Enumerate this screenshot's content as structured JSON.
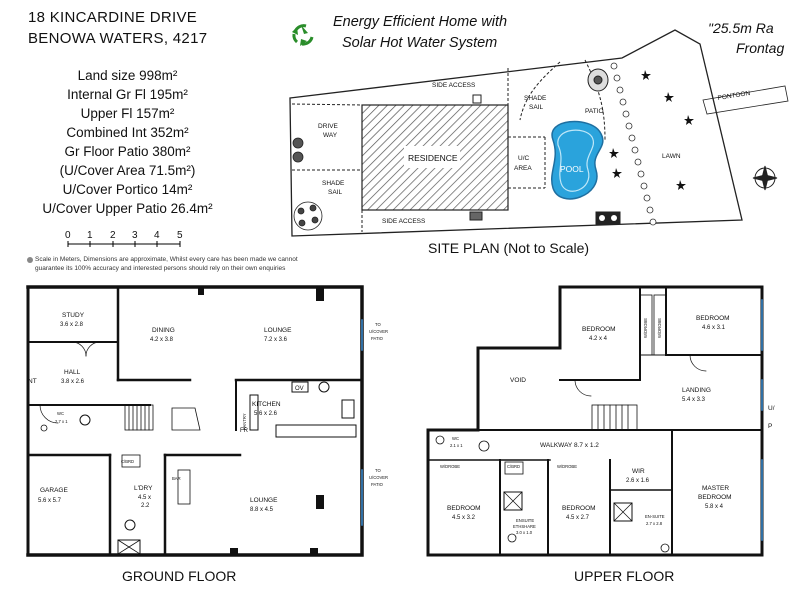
{
  "address": {
    "line1": "18 KINCARDINE DRIVE",
    "line2": "BENOWA WATERS, 4217"
  },
  "stats": [
    "Land size 998m²",
    "Internal Gr Fl 195m²",
    "Upper Fl 157m²",
    "Combined Int 352m²",
    "Gr Floor Patio 380m²",
    "(U/Cover Area 71.5m²)",
    "U/Cover Portico 14m²",
    "U/Cover Upper Patio 26.4m²"
  ],
  "headline": {
    "line1": "Energy Efficient Home with",
    "line2": "Solar Hot Water System"
  },
  "frontage": {
    "line1": "\"25.5m Ra",
    "line2": "Frontag"
  },
  "scale": {
    "ticks": [
      "0",
      "1",
      "2",
      "3",
      "4",
      "5"
    ]
  },
  "disclaimer": {
    "line1": "Scale in Meters, Dimensions are approximate, Whilst every care has been made we cannot",
    "line2": "guarantee its 100% accuracy and interested persons should rely on their own enquiries"
  },
  "site": {
    "caption": "SITE PLAN (Not to Scale)",
    "side_access_top": "SIDE ACCESS",
    "side_access_bottom": "SIDE ACCESS",
    "drive_way_1": "DRIVE",
    "drive_way_2": "WAY",
    "shade_sail_left_1": "SHADE",
    "shade_sail_left_2": "SAIL",
    "shade_sail_top_1": "SHADE",
    "shade_sail_top_2": "SAIL",
    "residence": "RESIDENCE",
    "uc_area_1": "U/C",
    "uc_area_2": "AREA",
    "pool": "POOL",
    "patio": "PATIO",
    "lawn": "LAWN",
    "pontoon": "PONTOON"
  },
  "ground": {
    "caption": "GROUND FLOOR",
    "study": {
      "name": "STUDY",
      "dim": "3.6 x 2.8"
    },
    "dining": {
      "name": "DINING",
      "dim": "4.2 x 3.8"
    },
    "lounge_top": {
      "name": "LOUNGE",
      "dim": "7.2 x 3.6"
    },
    "hall": {
      "name": "HALL",
      "dim": "3.8 x 2.6"
    },
    "ent": "NT",
    "wc": {
      "name": "WC",
      "dim": "2.7 x 1"
    },
    "kitchen": {
      "name": "KITCHEN",
      "dim": "5.6 x 2.6"
    },
    "ov": "OV",
    "pantry": "PANTRY",
    "fr": "FR",
    "garage": {
      "name": "GARAGE",
      "dim": "5.6 x 5.7"
    },
    "cbrd": "C/BRD",
    "ldry": {
      "name": "L'DRY",
      "dim1": "4.5 x",
      "dim2": "2.2"
    },
    "bar": "BAR",
    "lounge_bottom": {
      "name": "LOUNGE",
      "dim": "8.8 x 4.5"
    },
    "to_patio_top": {
      "l1": "TO",
      "l2": "U/COVER",
      "l3": "PATIO"
    },
    "to_patio_bottom": {
      "l1": "TO",
      "l2": "U/COVER",
      "l3": "PATIO"
    }
  },
  "upper": {
    "caption": "UPPER FLOOR",
    "bed_top_left": {
      "name": "BEDROOM",
      "dim": "4.2 x 4"
    },
    "bed_top_right": {
      "name": "BEDROOM",
      "dim": "4.6 x 3.1"
    },
    "wdrobe_a": "W/DROBE",
    "wdrobe_b": "W/DROBE",
    "void": "VOID",
    "landing": {
      "name": "LANDING",
      "dim": "5.4 x 3.3"
    },
    "walkway": "WALKWAY 8.7 x 1.2",
    "wc": {
      "name": "WC",
      "dim": "2.1 x 1"
    },
    "wdrobe_c": "W/DROBE",
    "cbrd": "C/BRD",
    "wdrobe_d": "W/DROBE",
    "wir": {
      "name": "WIR",
      "dim": "2.6 x 1.6"
    },
    "master": {
      "name1": "MASTER",
      "name2": "BEDROOM",
      "dim": "5.8 x 4"
    },
    "bed_bottom_left": {
      "name": "BEDROOM",
      "dim": "4.5 x 3.2"
    },
    "ensuite_shared": {
      "l1": "ENSUITE",
      "l2": "ETHSHARE",
      "dim": "3.0 x 1.0"
    },
    "bed_bottom_mid": {
      "name": "BEDROOM",
      "dim": "4.5 x 2.7"
    },
    "ensuite": {
      "l1": "EN-SUITE",
      "dim": "2.7 x 2.8"
    },
    "u_cover_1": "U/",
    "u_cover_2": "P"
  }
}
